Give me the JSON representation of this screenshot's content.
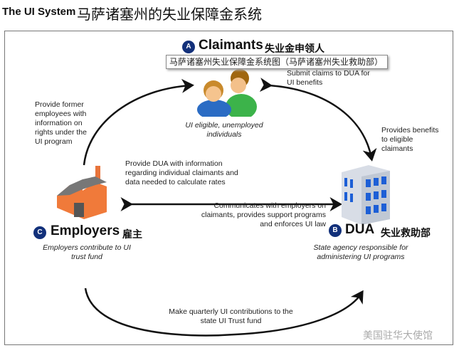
{
  "header": {
    "title": "The UI System",
    "title_cn": "马萨诸塞州的失业保障金系统"
  },
  "claimants": {
    "badge": "A",
    "label": "Claimants",
    "label_cn": "失业金申领人",
    "tooltip": "马萨诸塞州失业保障金系统图（马萨诸塞州失业救助部）",
    "desc": "UI eligible, unemployed individuals"
  },
  "dua": {
    "badge": "B",
    "label": "DUA",
    "label_cn": "失业救助部",
    "desc": "State agency responsible for administering UI programs"
  },
  "employers": {
    "badge": "C",
    "label": "Employers",
    "label_cn": "雇主",
    "desc": "Employers contribute to UI trust fund"
  },
  "flows": {
    "employers_to_claimants": "Provide former employees with information on rights under the UI program",
    "claimants_to_dua": "Submit claims to DUA for UI benefits",
    "dua_to_claimants": "Provides benefits to eligible claimants",
    "employers_to_dua": "Provide DUA with information regarding individual claimants and data needed to calculate rates",
    "dua_to_employers": "Communicates with employers on claimants, provides support programs and enforces UI law",
    "contributions": "Make quarterly UI contributions to the  state UI Trust fund"
  },
  "watermark": "美国驻华大使馆"
}
